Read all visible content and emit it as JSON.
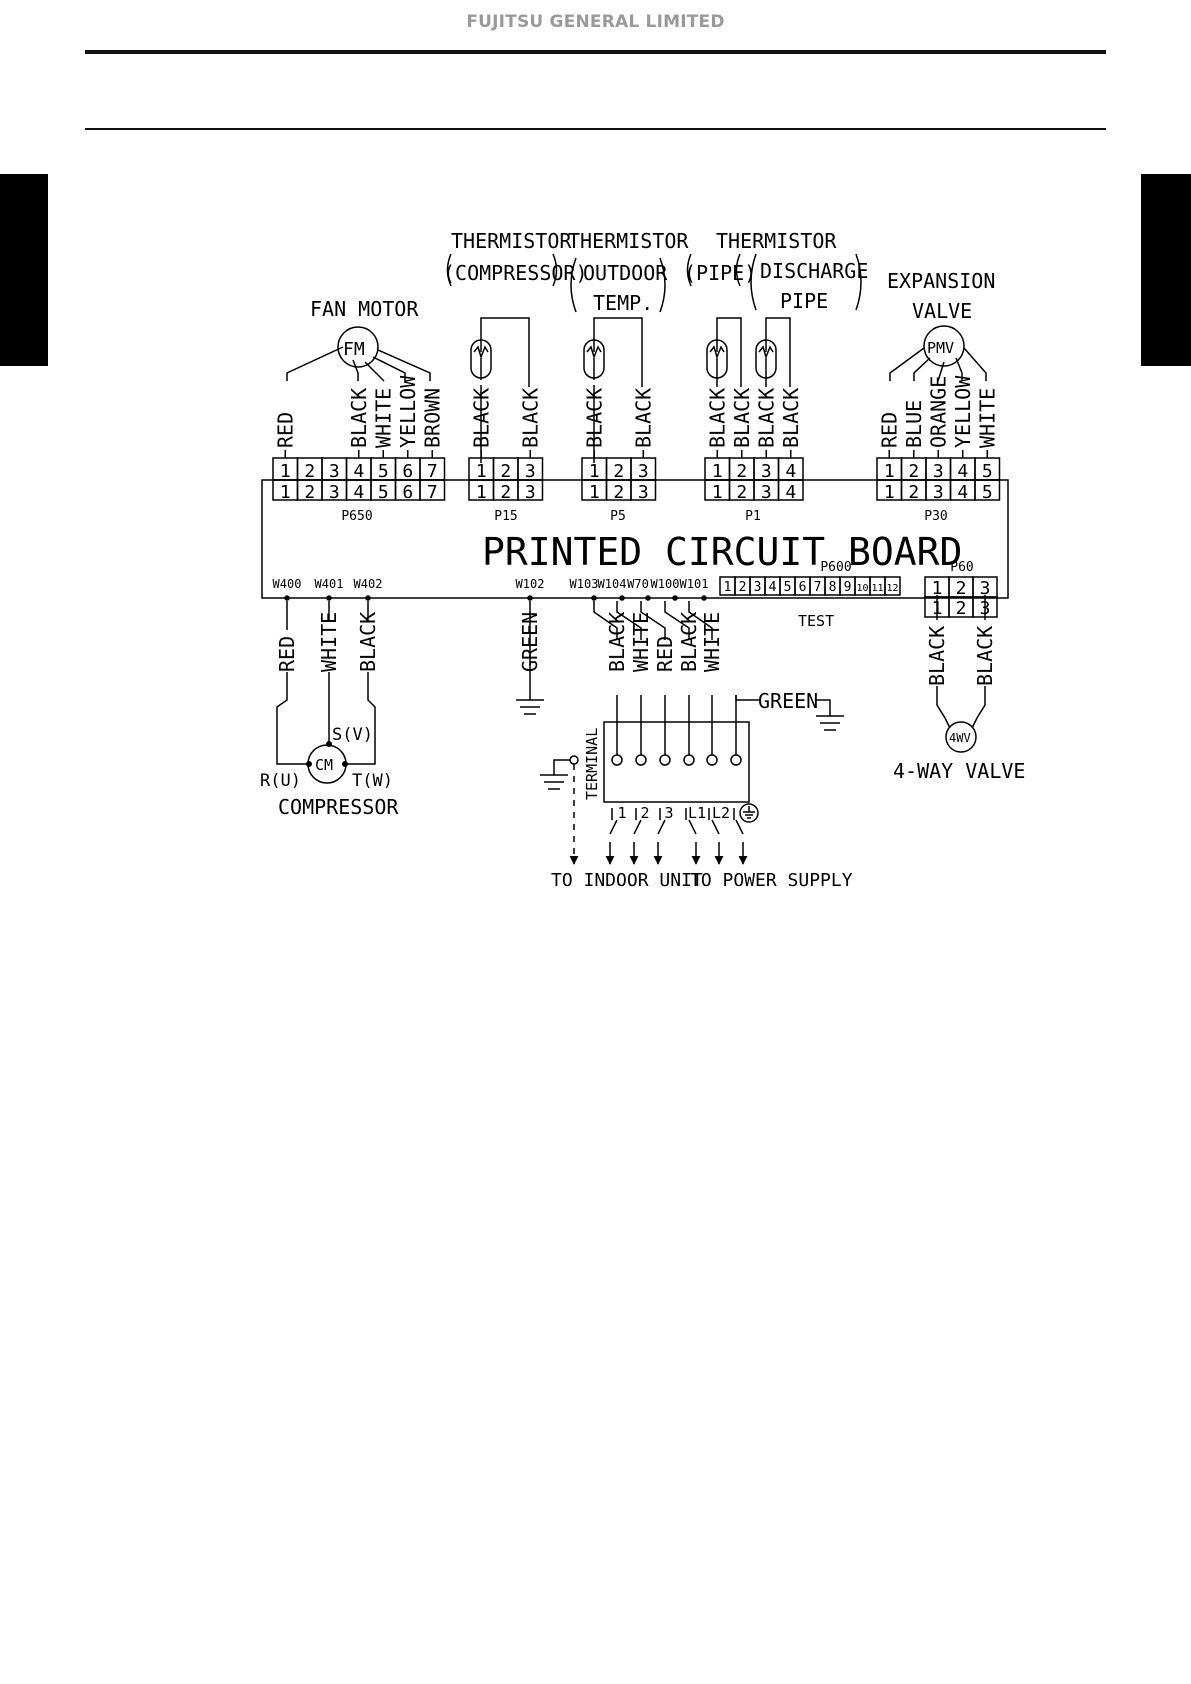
{
  "header": {
    "company": "FUJITSU GENERAL LIMITED"
  },
  "labels": {
    "fan_motor": "FAN MOTOR",
    "fm": "FM",
    "thermistor": "THERMISTOR",
    "compressor_paren": "(COMPRESSOR)",
    "outdoor": "OUTDOOR",
    "temp": "TEMP.",
    "pipe_paren": "(PIPE)",
    "discharge": "DISCHARGE",
    "pipe": "PIPE",
    "expansion": "EXPANSION",
    "valve": "VALVE",
    "pmv": "PMV",
    "pcb": "PRINTED CIRCUIT BOARD",
    "test": "TEST",
    "green": "GREEN",
    "terminal": "TERMINAL",
    "cm": "CM",
    "s_v": "S(V)",
    "r_u": "R(U)",
    "t_w": "T(W)",
    "compressor": "COMPRESSOR",
    "fourwv": "4WV",
    "four_way_valve": "4-WAY VALVE",
    "to_indoor": "TO INDOOR UNIT",
    "to_power": "TO POWER SUPPLY"
  },
  "connectors": {
    "p650": {
      "name": "P650",
      "pins": [
        "1",
        "2",
        "3",
        "4",
        "5",
        "6",
        "7"
      ],
      "wires": [
        "RED",
        "",
        "",
        "BLACK",
        "WHITE",
        "YELLOW",
        "BROWN"
      ]
    },
    "p15": {
      "name": "P15",
      "pins": [
        "1",
        "2",
        "3"
      ],
      "wires": [
        "BLACK",
        "",
        "BLACK"
      ]
    },
    "p5": {
      "name": "P5",
      "pins": [
        "1",
        "2",
        "3"
      ],
      "wires": [
        "BLACK",
        "",
        "BLACK"
      ]
    },
    "p1": {
      "name": "P1",
      "pins": [
        "1",
        "2",
        "3",
        "4"
      ],
      "wires": [
        "BLACK",
        "BLACK",
        "BLACK",
        "BLACK"
      ]
    },
    "p30": {
      "name": "P30",
      "pins": [
        "1",
        "2",
        "3",
        "4",
        "5"
      ],
      "wires": [
        "RED",
        "BLUE",
        "ORANGE",
        "YELLOW",
        "WHITE"
      ]
    },
    "p600": {
      "name": "P600",
      "pins": [
        "1",
        "2",
        "3",
        "4",
        "5",
        "6",
        "7",
        "8",
        "9",
        "10",
        "11",
        "12"
      ]
    },
    "p60": {
      "name": "P60",
      "pins": [
        "1",
        "2",
        "3"
      ],
      "wires": [
        "BLACK",
        "",
        "BLACK"
      ]
    }
  },
  "bottom_points": {
    "w400": {
      "name": "W400",
      "wire": "RED"
    },
    "w401": {
      "name": "W401",
      "wire": "WHITE"
    },
    "w402": {
      "name": "W402",
      "wire": "BLACK"
    },
    "w102": {
      "name": "W102",
      "wire": "GREEN"
    },
    "w103": {
      "name": "W103",
      "wire": "BLACK"
    },
    "w104": {
      "name": "W104",
      "wire": "WHITE"
    },
    "w70": {
      "name": "W70",
      "wire": "RED"
    },
    "w100": {
      "name": "W100",
      "wire": "BLACK"
    },
    "w101": {
      "name": "W101",
      "wire": "WHITE"
    }
  },
  "terminal_labels": [
    "1",
    "2",
    "3",
    "L1",
    "L2"
  ]
}
